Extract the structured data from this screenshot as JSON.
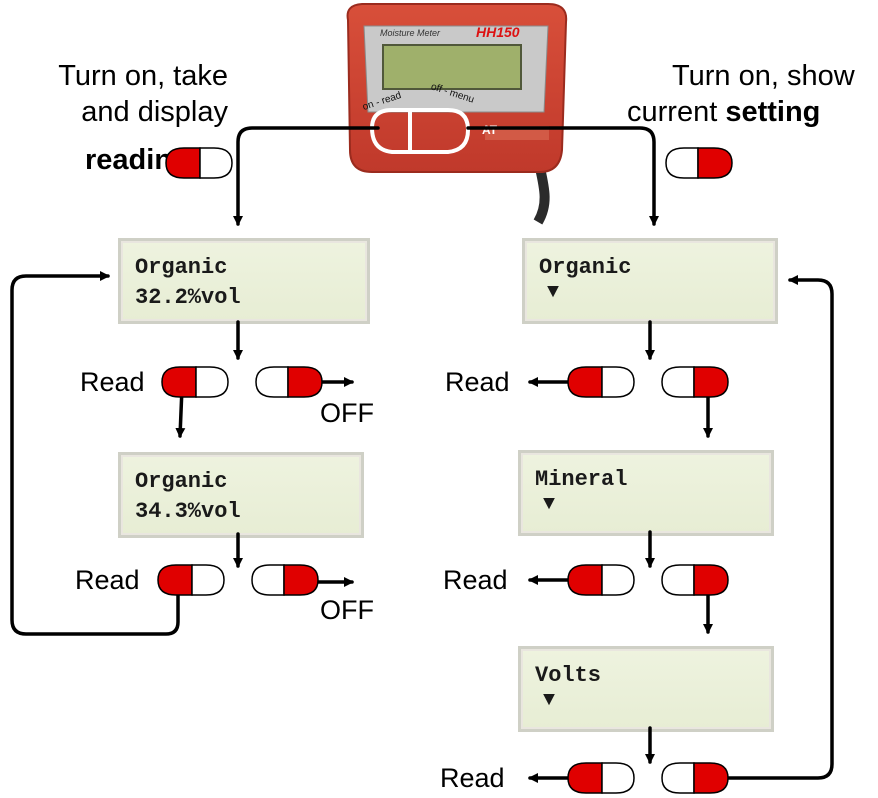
{
  "device": {
    "brand_label": "Moisture Meter",
    "model": "HH150",
    "left_button_label": "on - read",
    "right_button_label": "off - menu",
    "logo_text": "AT"
  },
  "captions": {
    "left_l1": "Turn on, take",
    "left_l2": "and display",
    "left_l3": "reading",
    "right_l1": "Turn on, show",
    "right_l2_plain": "current ",
    "right_l2_bold": "setting"
  },
  "left_flow": {
    "screen1": {
      "line1": "Organic",
      "line2": "32.2%vol"
    },
    "screen2": {
      "line1": "Organic",
      "line2": "34.3%vol"
    },
    "read1": "Read",
    "read2": "Read",
    "off1": "OFF",
    "off2": "OFF"
  },
  "right_flow": {
    "screen1": {
      "line1": "Organic",
      "line2": "▼"
    },
    "screen2": {
      "line1": "Mineral",
      "line2": "▼"
    },
    "screen3": {
      "line1": "Volts",
      "line2": "▼"
    },
    "read1": "Read",
    "read2": "Read",
    "read3": "Read"
  },
  "colors": {
    "button_active": "#e00000",
    "device_body": "#d9432a",
    "lcd_bg": "#e9efd7"
  }
}
